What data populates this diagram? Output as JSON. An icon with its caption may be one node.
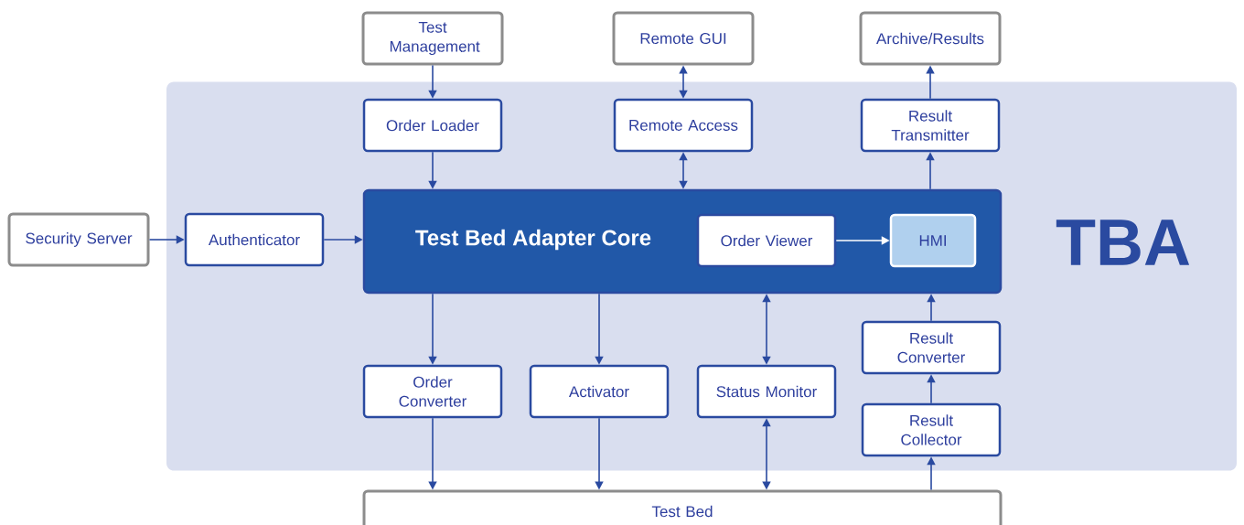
{
  "diagram": {
    "nodes": [
      {
        "text": [
          "TBA"
        ]
      },
      {
        "text": [
          "Test Management"
        ]
      },
      {
        "text": [
          "Remote GUI"
        ]
      },
      {
        "text": [
          "Archive/Results"
        ]
      },
      {
        "text": [
          "Security Server"
        ]
      },
      {
        "text": [
          "Order Loader"
        ],
        "in": 0
      },
      {
        "text": [
          "Remote Access"
        ],
        "in": 0
      },
      {
        "text": [
          "Result Transmitter"
        ],
        "in": 0
      },
      {
        "text": [
          "Authenticator"
        ],
        "in": 0
      },
      {
        "text": [
          "Test Bed Adapter Core"
        ],
        "in": 0
      },
      {
        "text": [
          "Order Viewer"
        ],
        "in": 9
      },
      {
        "text": [
          "HMI"
        ],
        "in": 9
      },
      {
        "text": [
          "Order Converter"
        ],
        "in": 0
      },
      {
        "text": [
          "Activator"
        ],
        "in": 0
      },
      {
        "text": [
          "Status Monitor"
        ],
        "in": 0
      },
      {
        "text": [
          "Result Converter"
        ],
        "in": 0
      },
      {
        "text": [
          "Result Collector"
        ],
        "in": 0
      },
      {
        "text": [
          "Test Bed"
        ]
      }
    ],
    "edges": [
      {
        "from": 1,
        "to": 5,
        "arrow": "to"
      },
      {
        "from": 5,
        "to": 9,
        "arrow": "to"
      },
      {
        "from": 2,
        "to": 6,
        "arrow": "both"
      },
      {
        "from": 6,
        "to": 9,
        "arrow": "both"
      },
      {
        "from": 9,
        "to": 7,
        "arrow": "to"
      },
      {
        "from": 7,
        "to": 3,
        "arrow": "to"
      },
      {
        "from": 4,
        "to": 8,
        "arrow": "to"
      },
      {
        "from": 8,
        "to": 9,
        "arrow": "to"
      },
      {
        "from": 10,
        "to": 11,
        "arrow": "to",
        "color": "#ffffff"
      },
      {
        "from": 9,
        "to": 12,
        "arrow": "to"
      },
      {
        "from": 9,
        "to": 13,
        "arrow": "to"
      },
      {
        "from": 14,
        "to": 9,
        "arrow": "both"
      },
      {
        "from": 15,
        "to": 9,
        "arrow": "to"
      },
      {
        "from": 16,
        "to": 15,
        "arrow": "to"
      },
      {
        "from": 17,
        "to": 16,
        "arrow": "to"
      },
      {
        "from": 12,
        "to": 17,
        "arrow": "to"
      },
      {
        "from": 13,
        "to": 17,
        "arrow": "to"
      },
      {
        "from": 14,
        "to": 17,
        "arrow": "both"
      }
    ]
  }
}
